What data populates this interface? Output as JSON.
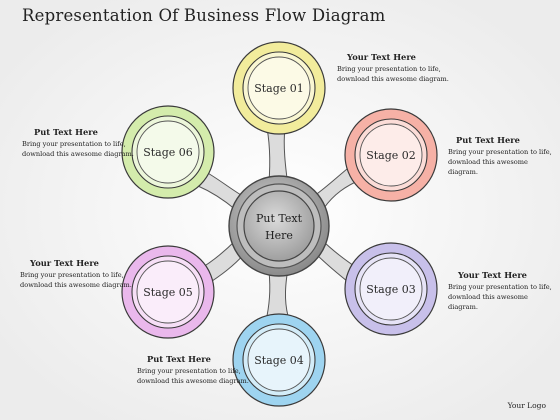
{
  "title": "Representation Of Business Flow Diagram",
  "hub": {
    "line1": "Put Text",
    "line2": "Here"
  },
  "stages": [
    {
      "label": "Stage 01",
      "color": "#f2ec9c"
    },
    {
      "label": "Stage 02",
      "color": "#f6b1a6"
    },
    {
      "label": "Stage 03",
      "color": "#c8c0ea"
    },
    {
      "label": "Stage 04",
      "color": "#9ed4f0"
    },
    {
      "label": "Stage 05",
      "color": "#eab8ec"
    },
    {
      "label": "Stage 06",
      "color": "#d4ecac"
    }
  ],
  "notes": {
    "stage01": {
      "heading": "Your Text Here",
      "body": "Bring your presentation to life, download this awesome diagram."
    },
    "stage02": {
      "heading": "Put Text Here",
      "body": "Bring your presentation to life, download this awesome diagram."
    },
    "stage03": {
      "heading": "Your Text Here",
      "body": "Bring your presentation to life, download this awesome diagram."
    },
    "stage04": {
      "heading": "Put Text Here",
      "body": "Bring your presentation to life, download this awesome diagram."
    },
    "stage05": {
      "heading": "Your Text Here",
      "body": "Bring your presentation to life, download this awesome diagram."
    },
    "stage06": {
      "heading": "Put Text Here",
      "body": "Bring your presentation to life, download this awesome diagram."
    }
  },
  "logo": "Your Logo"
}
